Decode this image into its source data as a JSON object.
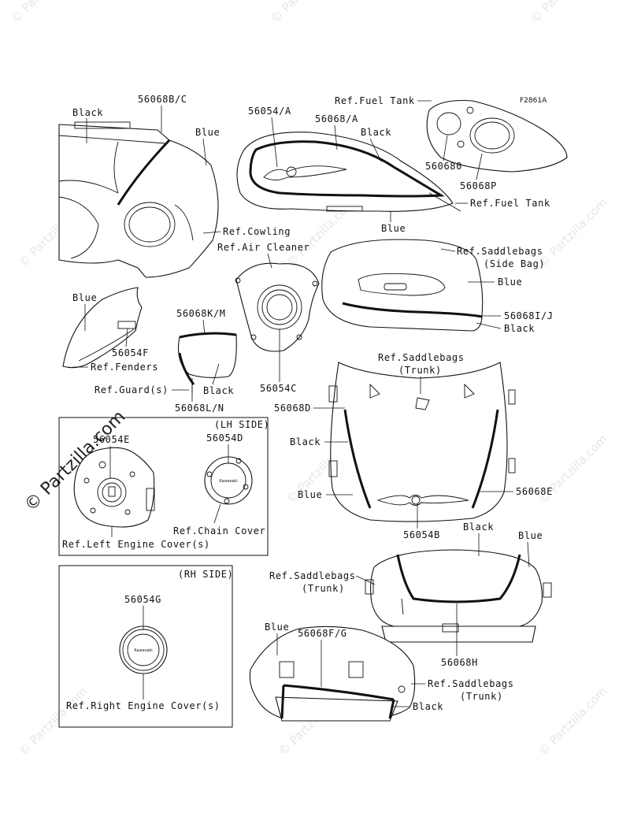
{
  "figure_code": "F2861A",
  "watermark": {
    "text": "© Partzilla.com",
    "main_text": "© Partzilla.com"
  },
  "logo_text": "Kawasaki",
  "boxes": {
    "lh_side": "(LH SIDE)",
    "rh_side": "(RH SIDE)"
  },
  "labels": {
    "black_cowling": "Black",
    "part_56068bc": "56068B/C",
    "blue_cowling": "Blue",
    "ref_cowling": "Ref.Cowling",
    "part_56054a": "56054/A",
    "part_56068a": "56068/A",
    "ref_fuel_tank_top": "Ref.Fuel Tank",
    "black_tank": "Black",
    "ref_fuel_tank_right": "Ref.Fuel Tank",
    "blue_tank": "Blue",
    "part_560680": "560680",
    "part_56068p": "56068P",
    "ref_air_cleaner": "Ref.Air Cleaner",
    "part_56054c": "56054C",
    "ref_saddlebags_side_1": "Ref.Saddlebags",
    "ref_saddlebags_side_2": "(Side Bag)",
    "blue_sidebag": "Blue",
    "part_56068ij": "56068I/J",
    "black_sidebag": "Black",
    "blue_fender": "Blue",
    "part_56054f": "56054F",
    "ref_fenders": "Ref.Fenders",
    "part_56068km": "56068K/M",
    "ref_guards": "Ref.Guard(s)",
    "black_guard": "Black",
    "part_56068ln": "56068L/N",
    "ref_saddlebags_trunk_top_1": "Ref.Saddlebags",
    "ref_saddlebags_trunk_top_2": "(Trunk)",
    "part_56068d": "56068D",
    "black_trunk": "Black",
    "blue_trunk": "Blue",
    "part_56068e": "56068E",
    "part_56054b": "56054B",
    "part_56054e": "56054E",
    "part_56054d": "56054D",
    "ref_chain_cover": "Ref.Chain Cover",
    "ref_left_engine_cover": "Ref.Left Engine Cover(s)",
    "part_56054g": "56054G",
    "ref_right_engine_cover": "Ref.Right Engine Cover(s)",
    "black_trunk_rear": "Black",
    "blue_trunk_rear": "Blue",
    "ref_saddlebags_trunk_mid_1": "Ref.Saddlebags",
    "ref_saddlebags_trunk_mid_2": "(Trunk)",
    "part_56068h": "56068H",
    "part_56068fg": "56068F/G",
    "blue_trunk_side": "Blue",
    "ref_saddlebags_trunk_low_1": "Ref.Saddlebags",
    "ref_saddlebags_trunk_low_2": "(Trunk)",
    "black_trunk_side": "Black"
  }
}
